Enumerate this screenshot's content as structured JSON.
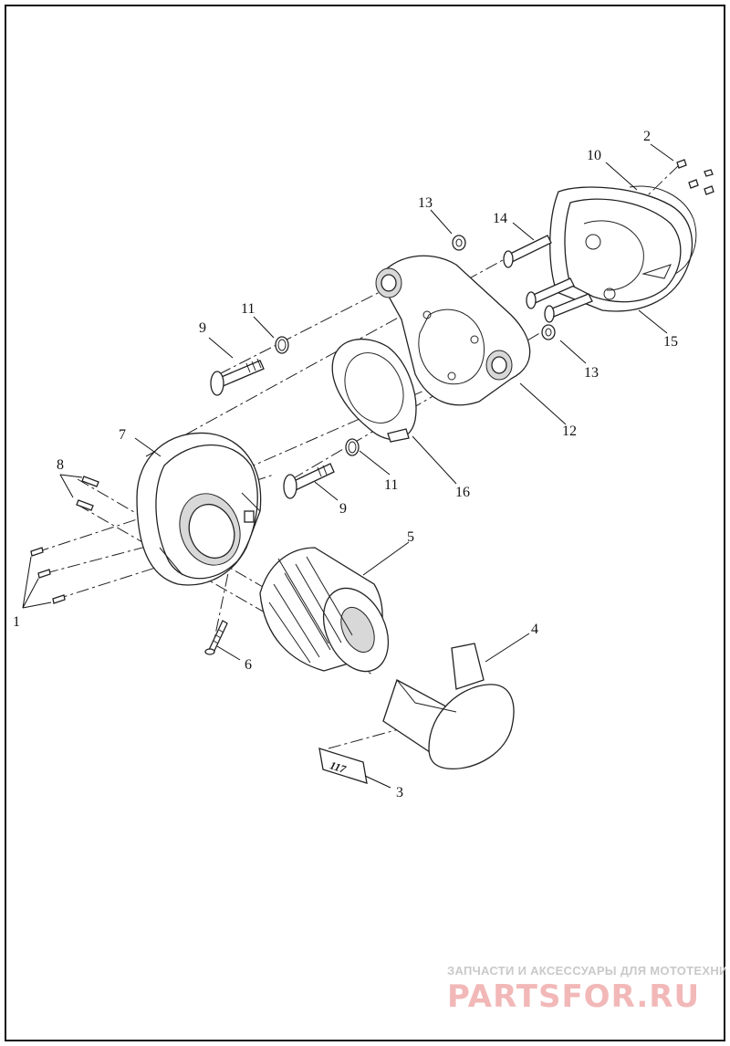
{
  "callouts": [
    {
      "id": "c1",
      "label": "1"
    },
    {
      "id": "c2",
      "label": "2"
    },
    {
      "id": "c3",
      "label": "3"
    },
    {
      "id": "c4",
      "label": "4"
    },
    {
      "id": "c5",
      "label": "5"
    },
    {
      "id": "c6",
      "label": "6"
    },
    {
      "id": "c7",
      "label": "7"
    },
    {
      "id": "c8",
      "label": "8"
    },
    {
      "id": "c9a",
      "label": "9"
    },
    {
      "id": "c9b",
      "label": "9"
    },
    {
      "id": "c10",
      "label": "10"
    },
    {
      "id": "c11a",
      "label": "11"
    },
    {
      "id": "c11b",
      "label": "11"
    },
    {
      "id": "c12",
      "label": "12"
    },
    {
      "id": "c13a",
      "label": "13"
    },
    {
      "id": "c13b",
      "label": "13"
    },
    {
      "id": "c14",
      "label": "14"
    },
    {
      "id": "c15",
      "label": "15"
    },
    {
      "id": "c16",
      "label": "16"
    }
  ],
  "badge_text": "117",
  "watermark": {
    "line1": "ЗАПЧАСТИ И АКСЕССУАРЫ ДЛЯ МОТОТЕХНИКИ",
    "line2": "PARTSFOR.RU"
  }
}
